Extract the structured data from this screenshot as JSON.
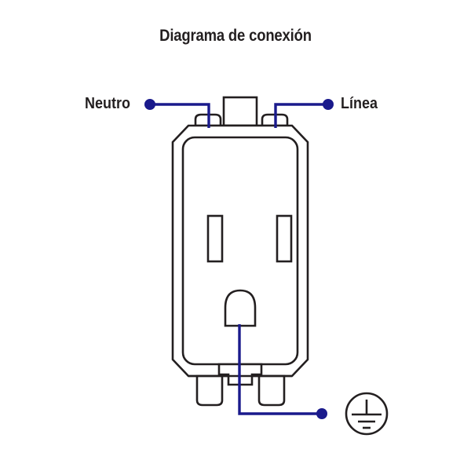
{
  "page": {
    "title": "Diagrama de conexión",
    "background_color": "#ffffff"
  },
  "colors": {
    "wire": "#1a1a8c",
    "outline": "#231f20",
    "text": "#231f20",
    "fill": "#ffffff"
  },
  "labels": {
    "neutral": "Neutro",
    "line": "Línea"
  },
  "diagram": {
    "device": "electrical-outlet-receptacle",
    "terminals": [
      {
        "name": "neutral-terminal",
        "side": "top-left",
        "label": "Neutro"
      },
      {
        "name": "line-terminal",
        "side": "top-right",
        "label": "Línea"
      },
      {
        "name": "ground-terminal",
        "side": "bottom-center",
        "label": ""
      }
    ],
    "symbols": [
      {
        "name": "earth-ground-symbol",
        "type": "ground",
        "bars": 3
      }
    ],
    "slots": [
      {
        "name": "neutral-slot",
        "shape": "vertical-rectangle"
      },
      {
        "name": "line-slot",
        "shape": "vertical-rectangle"
      },
      {
        "name": "ground-slot",
        "shape": "d-shape"
      }
    ]
  }
}
